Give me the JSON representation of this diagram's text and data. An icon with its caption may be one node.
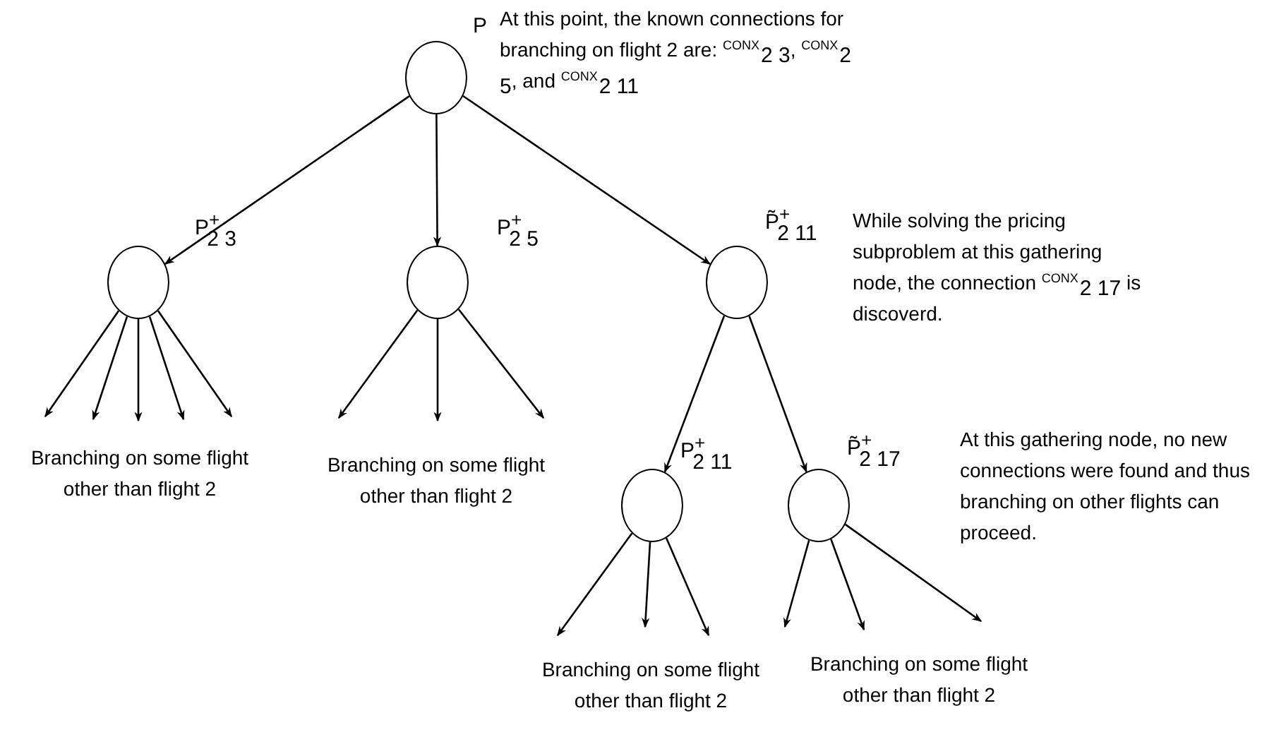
{
  "diagram": {
    "nodes": [
      {
        "text": [],
        "shape": "circle",
        "beside": [
          "P"
        ]
      },
      {
        "text": [],
        "shape": "circle",
        "beside": [
          "P$^{+}$$_{2 3}$"
        ]
      },
      {
        "text": [],
        "shape": "circle",
        "beside": [
          "P$^{+}$$_{2 5}$"
        ]
      },
      {
        "text": [],
        "shape": "circle",
        "beside": [
          "P̃$^{+}$$_{2 11}$"
        ]
      },
      {
        "text": [],
        "shape": "circle",
        "beside": [
          "P$^{+}$$_{2 11}$"
        ]
      },
      {
        "text": [],
        "shape": "circle",
        "beside": [
          "P̃$^{+}$$_{2 17}$"
        ]
      }
    ],
    "edges": [
      {
        "from": 0,
        "to": 1,
        "arrow": "to"
      },
      {
        "from": 0,
        "to": 2,
        "arrow": "to"
      },
      {
        "from": 0,
        "to": 3,
        "arrow": "to"
      },
      {
        "from": 3,
        "to": 4,
        "arrow": "to"
      },
      {
        "from": 3,
        "to": 5,
        "arrow": "to"
      },
      {
        "from": 1,
        "to": null,
        "arrow": "to"
      },
      {
        "from": 1,
        "to": null,
        "arrow": "to"
      },
      {
        "from": 1,
        "to": null,
        "arrow": "to"
      },
      {
        "from": 1,
        "to": null,
        "arrow": "to"
      },
      {
        "from": 1,
        "to": null,
        "arrow": "to"
      },
      {
        "from": 2,
        "to": null,
        "arrow": "to"
      },
      {
        "from": 2,
        "to": null,
        "arrow": "to"
      },
      {
        "from": 2,
        "to": null,
        "arrow": "to"
      },
      {
        "from": 4,
        "to": null,
        "arrow": "to"
      },
      {
        "from": 4,
        "to": null,
        "arrow": "to"
      },
      {
        "from": 4,
        "to": null,
        "arrow": "to"
      },
      {
        "from": 5,
        "to": null,
        "arrow": "to"
      },
      {
        "from": 5,
        "to": null,
        "arrow": "to"
      },
      {
        "from": 5,
        "to": null,
        "arrow": "to"
      }
    ],
    "labels": [
      "At this point, the known connections for branching on flight 2 are: $^{CONX}$$_{2 3}$, $^{CONX}$$_{2 5}$, and $^{CONX}$$_{2 11}$",
      "While solving the pricing subproblem at this gathering node, the connection $^{CONX}$$_{2 17}$ is discoverd.",
      "At this gathering node, no new connections were found and thus branching on other flights can proceed.",
      "Branching on some flight other than flight 2",
      "Branching on some flight other than flight 2",
      "Branching on some flight other than flight 2",
      "Branching on some flight other than flight 2"
    ]
  }
}
